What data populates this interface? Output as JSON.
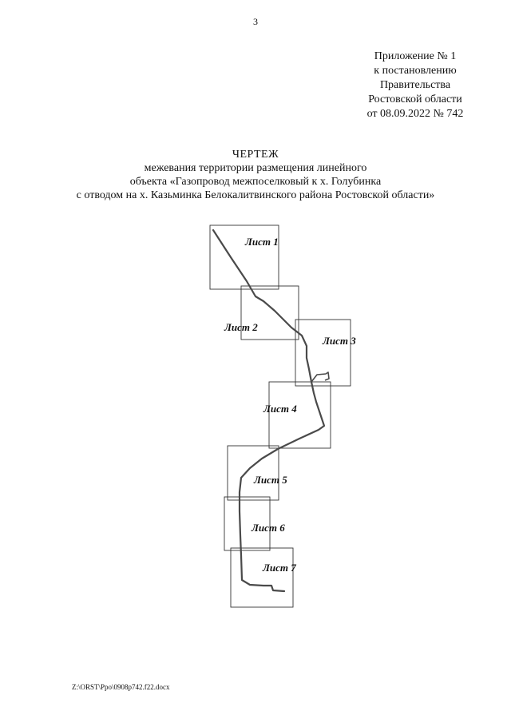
{
  "page_number": "3",
  "appendix": {
    "lines": [
      "Приложение № 1",
      "к постановлению",
      "Правительства",
      "Ростовской области",
      "от 08.09.2022 № 742"
    ]
  },
  "title": {
    "heading": "ЧЕРТЕЖ",
    "lines": [
      "межевания территории размещения линейного",
      "объекта «Газопровод межпоселковый к х. Голубинка",
      "с отводом на х. Казьминка Белокалитвинского района Ростовской области»"
    ]
  },
  "sheets": [
    {
      "label": "Лист 1"
    },
    {
      "label": "Лист 2"
    },
    {
      "label": "Лист 3"
    },
    {
      "label": "Лист 4"
    },
    {
      "label": "Лист 5"
    },
    {
      "label": "Лист 6"
    },
    {
      "label": "Лист 7"
    }
  ],
  "footer": {
    "file_path": "Z:\\ORST\\Ppo\\0908p742.f22.docx"
  },
  "colors": {
    "route": "#4a4a4a",
    "frame": "#333333"
  }
}
